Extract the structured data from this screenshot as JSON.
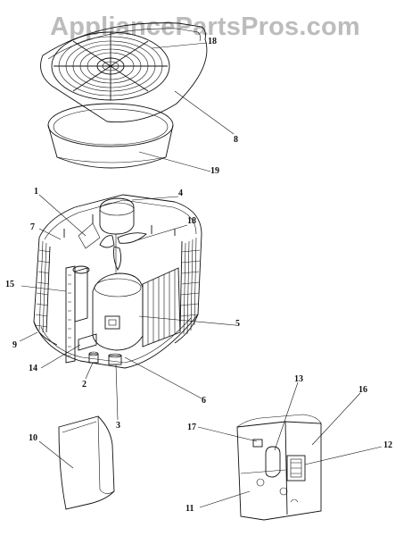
{
  "watermark": "AppliancePartsPros.com",
  "callouts": [
    {
      "id": "c18a",
      "label": "18"
    },
    {
      "id": "c8",
      "label": "8"
    },
    {
      "id": "c19",
      "label": "19"
    },
    {
      "id": "c1",
      "label": "1"
    },
    {
      "id": "c4",
      "label": "4"
    },
    {
      "id": "c7",
      "label": "7"
    },
    {
      "id": "c18b",
      "label": "18"
    },
    {
      "id": "c15",
      "label": "15"
    },
    {
      "id": "c5",
      "label": "5"
    },
    {
      "id": "c9",
      "label": "9"
    },
    {
      "id": "c14",
      "label": "14"
    },
    {
      "id": "c6",
      "label": "6"
    },
    {
      "id": "c2",
      "label": "2"
    },
    {
      "id": "c3",
      "label": "3"
    },
    {
      "id": "c13",
      "label": "13"
    },
    {
      "id": "c16",
      "label": "16"
    },
    {
      "id": "c17",
      "label": "17"
    },
    {
      "id": "c12",
      "label": "12"
    },
    {
      "id": "c10",
      "label": "10"
    },
    {
      "id": "c11",
      "label": "11"
    }
  ]
}
